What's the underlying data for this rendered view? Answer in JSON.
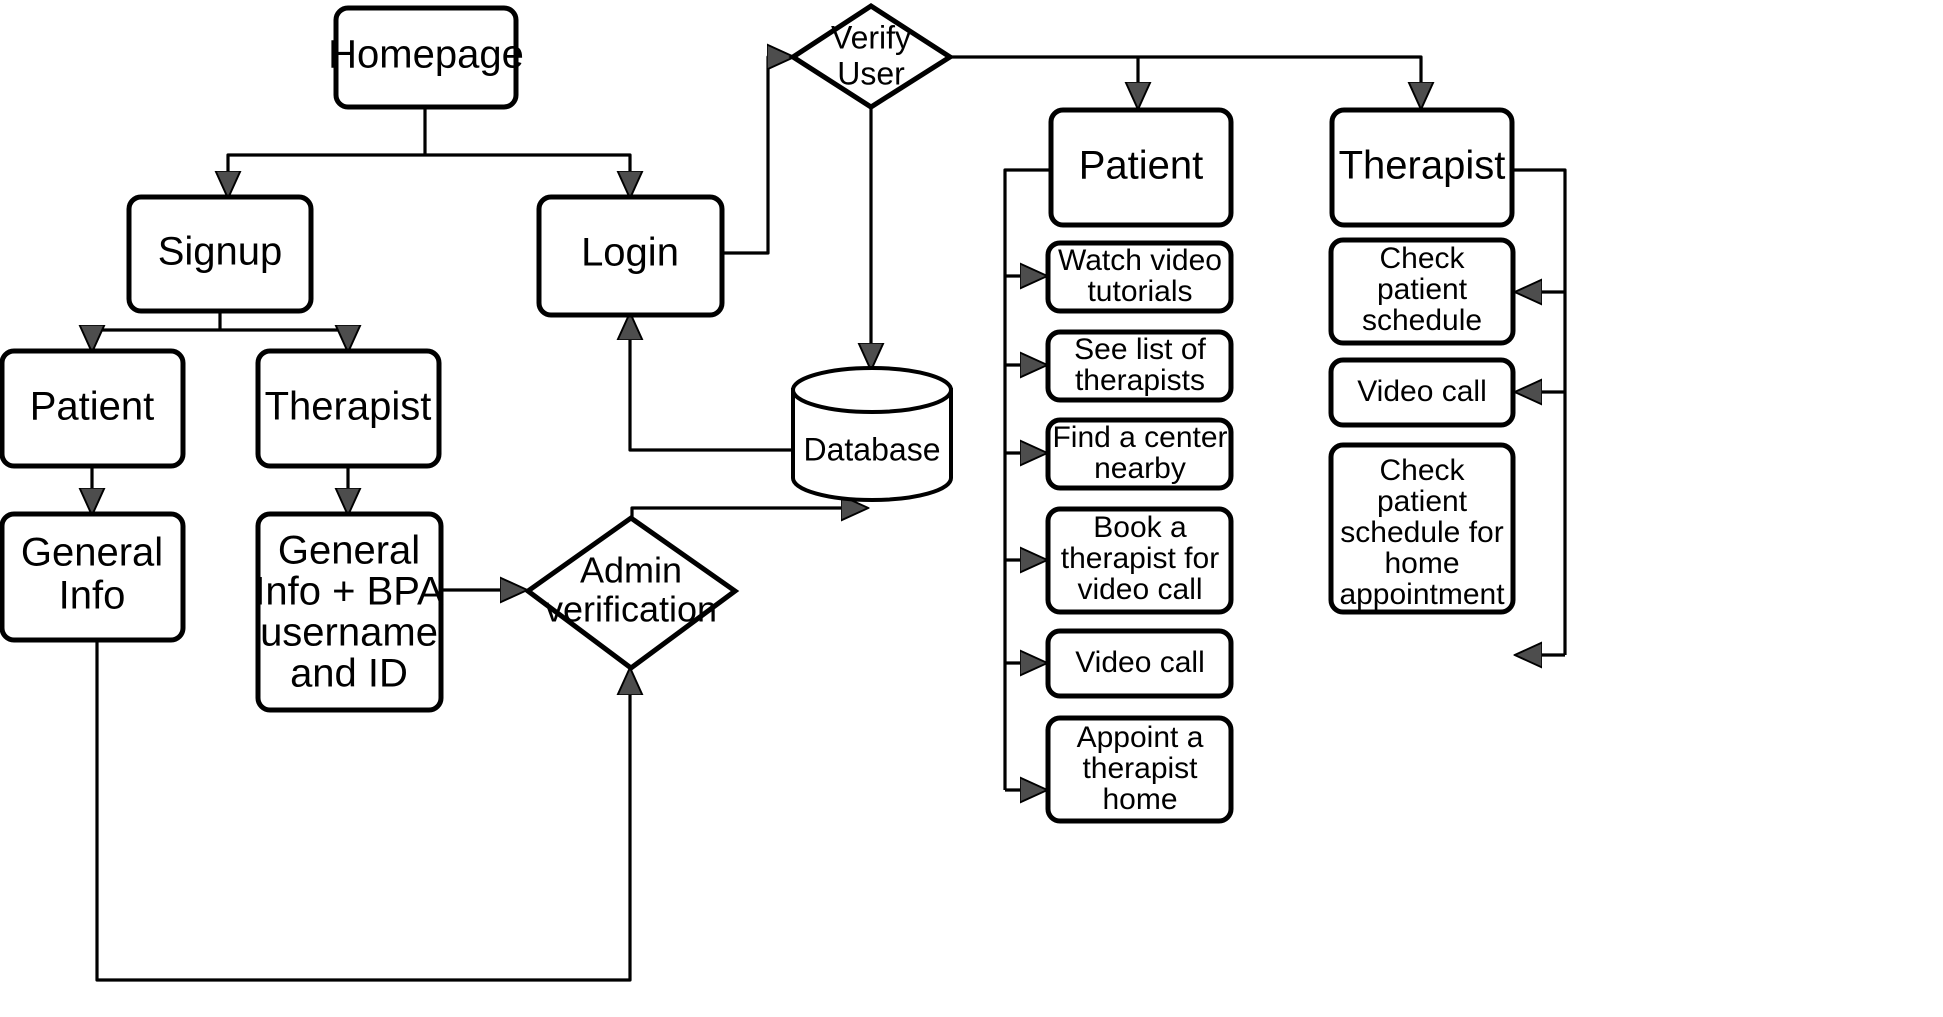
{
  "diagram": {
    "title": "Telehealth therapy application flowchart",
    "colors": {
      "stroke": "#000000",
      "fill": "#ffffff",
      "arrowhead": "#4d4d4d"
    },
    "nodes": {
      "homepage": {
        "label": "Homepage",
        "shape": "rounded-rect"
      },
      "signup": {
        "label": "Signup",
        "shape": "rounded-rect"
      },
      "login": {
        "label": "Login",
        "shape": "rounded-rect"
      },
      "signup_patient": {
        "label": "Patient",
        "shape": "rounded-rect"
      },
      "signup_therapist": {
        "label": "Therapist",
        "shape": "rounded-rect"
      },
      "general_info": {
        "label_line1": "General",
        "label_line2": "Info",
        "shape": "rounded-rect"
      },
      "general_info_bpa": {
        "label_line1": "General",
        "label_line2": "Info + BPA",
        "label_line3": "username",
        "label_line4": "and ID",
        "shape": "rounded-rect"
      },
      "admin_verification": {
        "label_line1": "Admin",
        "label_line2": "verification",
        "shape": "diamond"
      },
      "verify_user": {
        "label_line1": "Verify",
        "label_line2": "User",
        "shape": "diamond"
      },
      "database": {
        "label": "Database",
        "shape": "cylinder"
      },
      "patient": {
        "label": "Patient",
        "shape": "rounded-rect"
      },
      "therapist": {
        "label": "Therapist",
        "shape": "rounded-rect"
      }
    },
    "patient_actions": [
      {
        "line1": "Watch video",
        "line2": "tutorials"
      },
      {
        "line1": "See list of",
        "line2": "therapists"
      },
      {
        "line1": "Find a center",
        "line2": "nearby"
      },
      {
        "line1": "Book a",
        "line2": "therapist for",
        "line3": "video call"
      },
      {
        "line1": "Video call"
      },
      {
        "line1": "Appoint a",
        "line2": "therapist",
        "line3": "home"
      }
    ],
    "therapist_actions": [
      {
        "line1": "Check",
        "line2": "patient",
        "line3": "schedule"
      },
      {
        "line1": "Video call"
      },
      {
        "line1": "Check",
        "line2": "patient",
        "line3": "schedule for",
        "line4": "home",
        "line5": "appointment"
      }
    ],
    "edges": [
      {
        "from": "homepage",
        "to": "signup"
      },
      {
        "from": "homepage",
        "to": "login"
      },
      {
        "from": "login",
        "to": "verify_user"
      },
      {
        "from": "verify_user",
        "to": "patient"
      },
      {
        "from": "verify_user",
        "to": "therapist"
      },
      {
        "from": "verify_user",
        "to": "database"
      },
      {
        "from": "database",
        "to": "login"
      },
      {
        "from": "signup",
        "to": "signup_patient"
      },
      {
        "from": "signup",
        "to": "signup_therapist"
      },
      {
        "from": "signup_patient",
        "to": "general_info"
      },
      {
        "from": "signup_therapist",
        "to": "general_info_bpa"
      },
      {
        "from": "general_info_bpa",
        "to": "admin_verification"
      },
      {
        "from": "general_info",
        "to": "admin_verification"
      },
      {
        "from": "admin_verification",
        "to": "database"
      },
      {
        "from": "patient",
        "to": "patient_actions"
      },
      {
        "from": "therapist",
        "to": "therapist_actions"
      }
    ]
  }
}
